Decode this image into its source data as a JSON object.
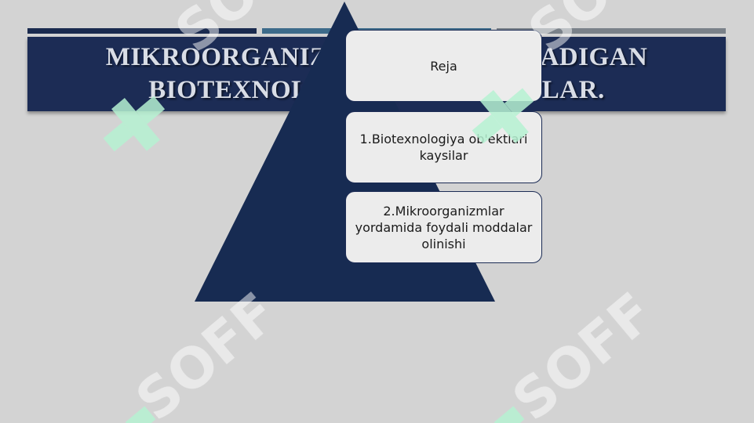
{
  "colors": {
    "background": "#d3d3d3",
    "title_band": "#1c2c55",
    "pyramid": "#172b52",
    "box_fill": "#ececec",
    "watermark": "#b6f2d3"
  },
  "slide": {
    "title": "MIKROORGANIZMLARDAN OLINADIGAN\nBIOTEXNOLOGIK MAHSULOTLAR.",
    "plan_items": [
      "Reja",
      "1.Biotexnologiya ob'ektlari kaysilar",
      "2.Mikroorganizmlar yordamida foydali moddalar olinishi"
    ]
  },
  "watermark": {
    "text": "SOFF",
    "icon": "soff-logo-icon"
  }
}
